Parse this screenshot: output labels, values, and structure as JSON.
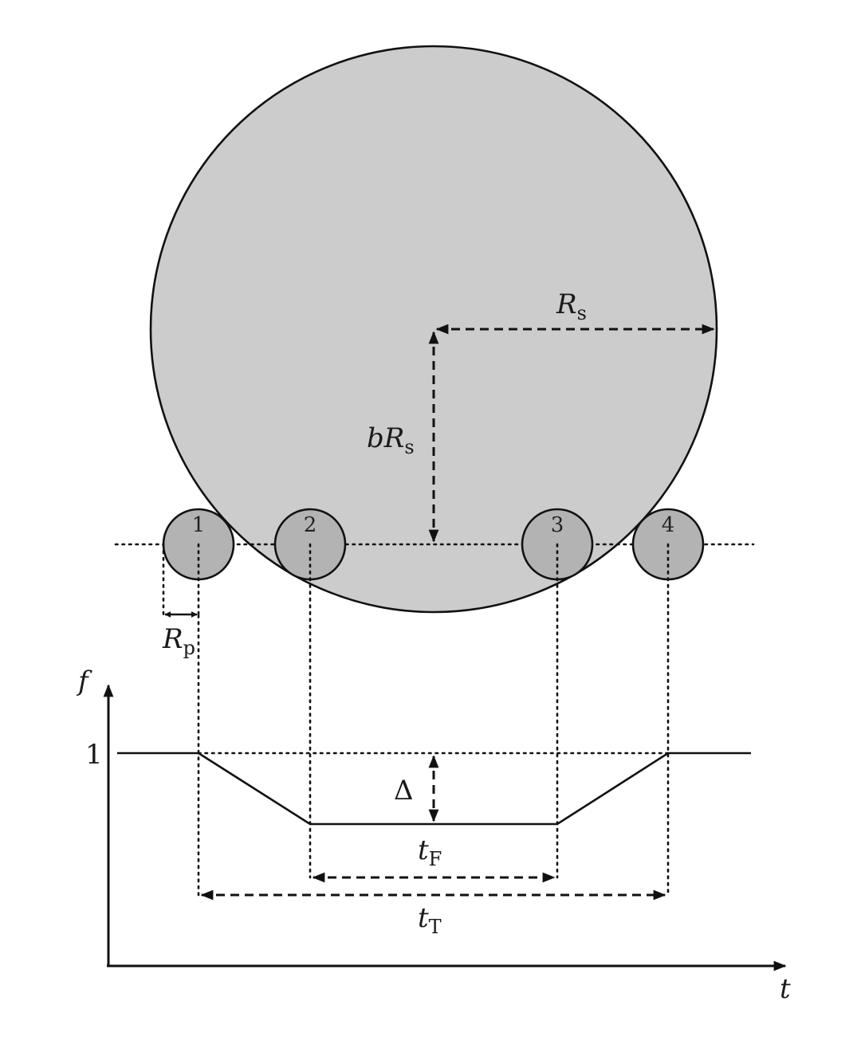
{
  "labels": {
    "star_radius_symbol": "R",
    "star_radius_sub": "s",
    "impact_param_prefix": "b",
    "impact_param_symbol": "R",
    "impact_param_sub": "s",
    "planet_radius_symbol": "R",
    "planet_radius_sub": "p",
    "depth": "Δ",
    "flat_duration_symbol": "t",
    "flat_duration_sub": "F",
    "total_duration_symbol": "t",
    "total_duration_sub": "T"
  },
  "contacts": [
    "1",
    "2",
    "3",
    "4"
  ],
  "axes": {
    "y_label": "f",
    "x_label": "t",
    "y_tick": "1"
  },
  "colors": {
    "star_fill": "#cccccc",
    "planet_fill": "#b3b3b3",
    "stroke": "#111111"
  }
}
